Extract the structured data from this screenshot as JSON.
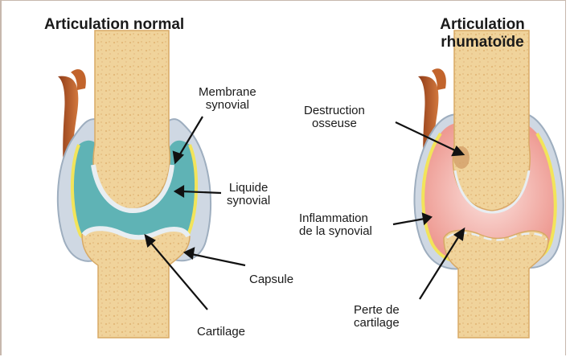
{
  "titles": {
    "normal": "Articulation normal",
    "rheumatoid_line1": "Articulation",
    "rheumatoid_line2": "rhumatoïde"
  },
  "labels": {
    "membrane_line1": "Membrane",
    "membrane_line2": "synovial",
    "liquide_line1": "Liquide",
    "liquide_line2": "synovial",
    "capsule": "Capsule",
    "cartilage": "Cartilage",
    "destruction_line1": "Destruction",
    "destruction_line2": "osseuse",
    "inflammation_line1": "Inflammation",
    "inflammation_line2": "de la synovial",
    "perte_line1": "Perte de",
    "perte_line2": "cartilage"
  },
  "colors": {
    "bone": "#f1d6a0",
    "synovial_fluid": "#5fb3b5",
    "membrane": "#f2e45a",
    "capsule": "#cfd8e3",
    "muscle": "#b85a2b",
    "inflamed": "#f3b1ac"
  }
}
